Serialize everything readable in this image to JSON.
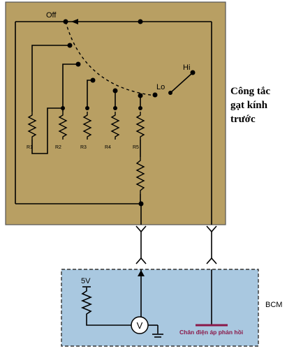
{
  "switch": {
    "off_label": "Off",
    "lo_label": "Lo",
    "hi_label": "Hi",
    "title_lines": [
      "Công tắc",
      "gạt kính",
      "trước"
    ],
    "resistors": [
      "R1",
      "R2",
      "R3",
      "R4",
      "R5"
    ]
  },
  "bcm": {
    "label": "BCM",
    "supply_label": "5V",
    "meter_label": "V",
    "feedback_label": "Chân điện áp phản hồi"
  },
  "colors": {
    "switch_box": "#b89f63",
    "bcm_box": "#a9c8e0",
    "feedback_line": "#8b1a4a"
  }
}
